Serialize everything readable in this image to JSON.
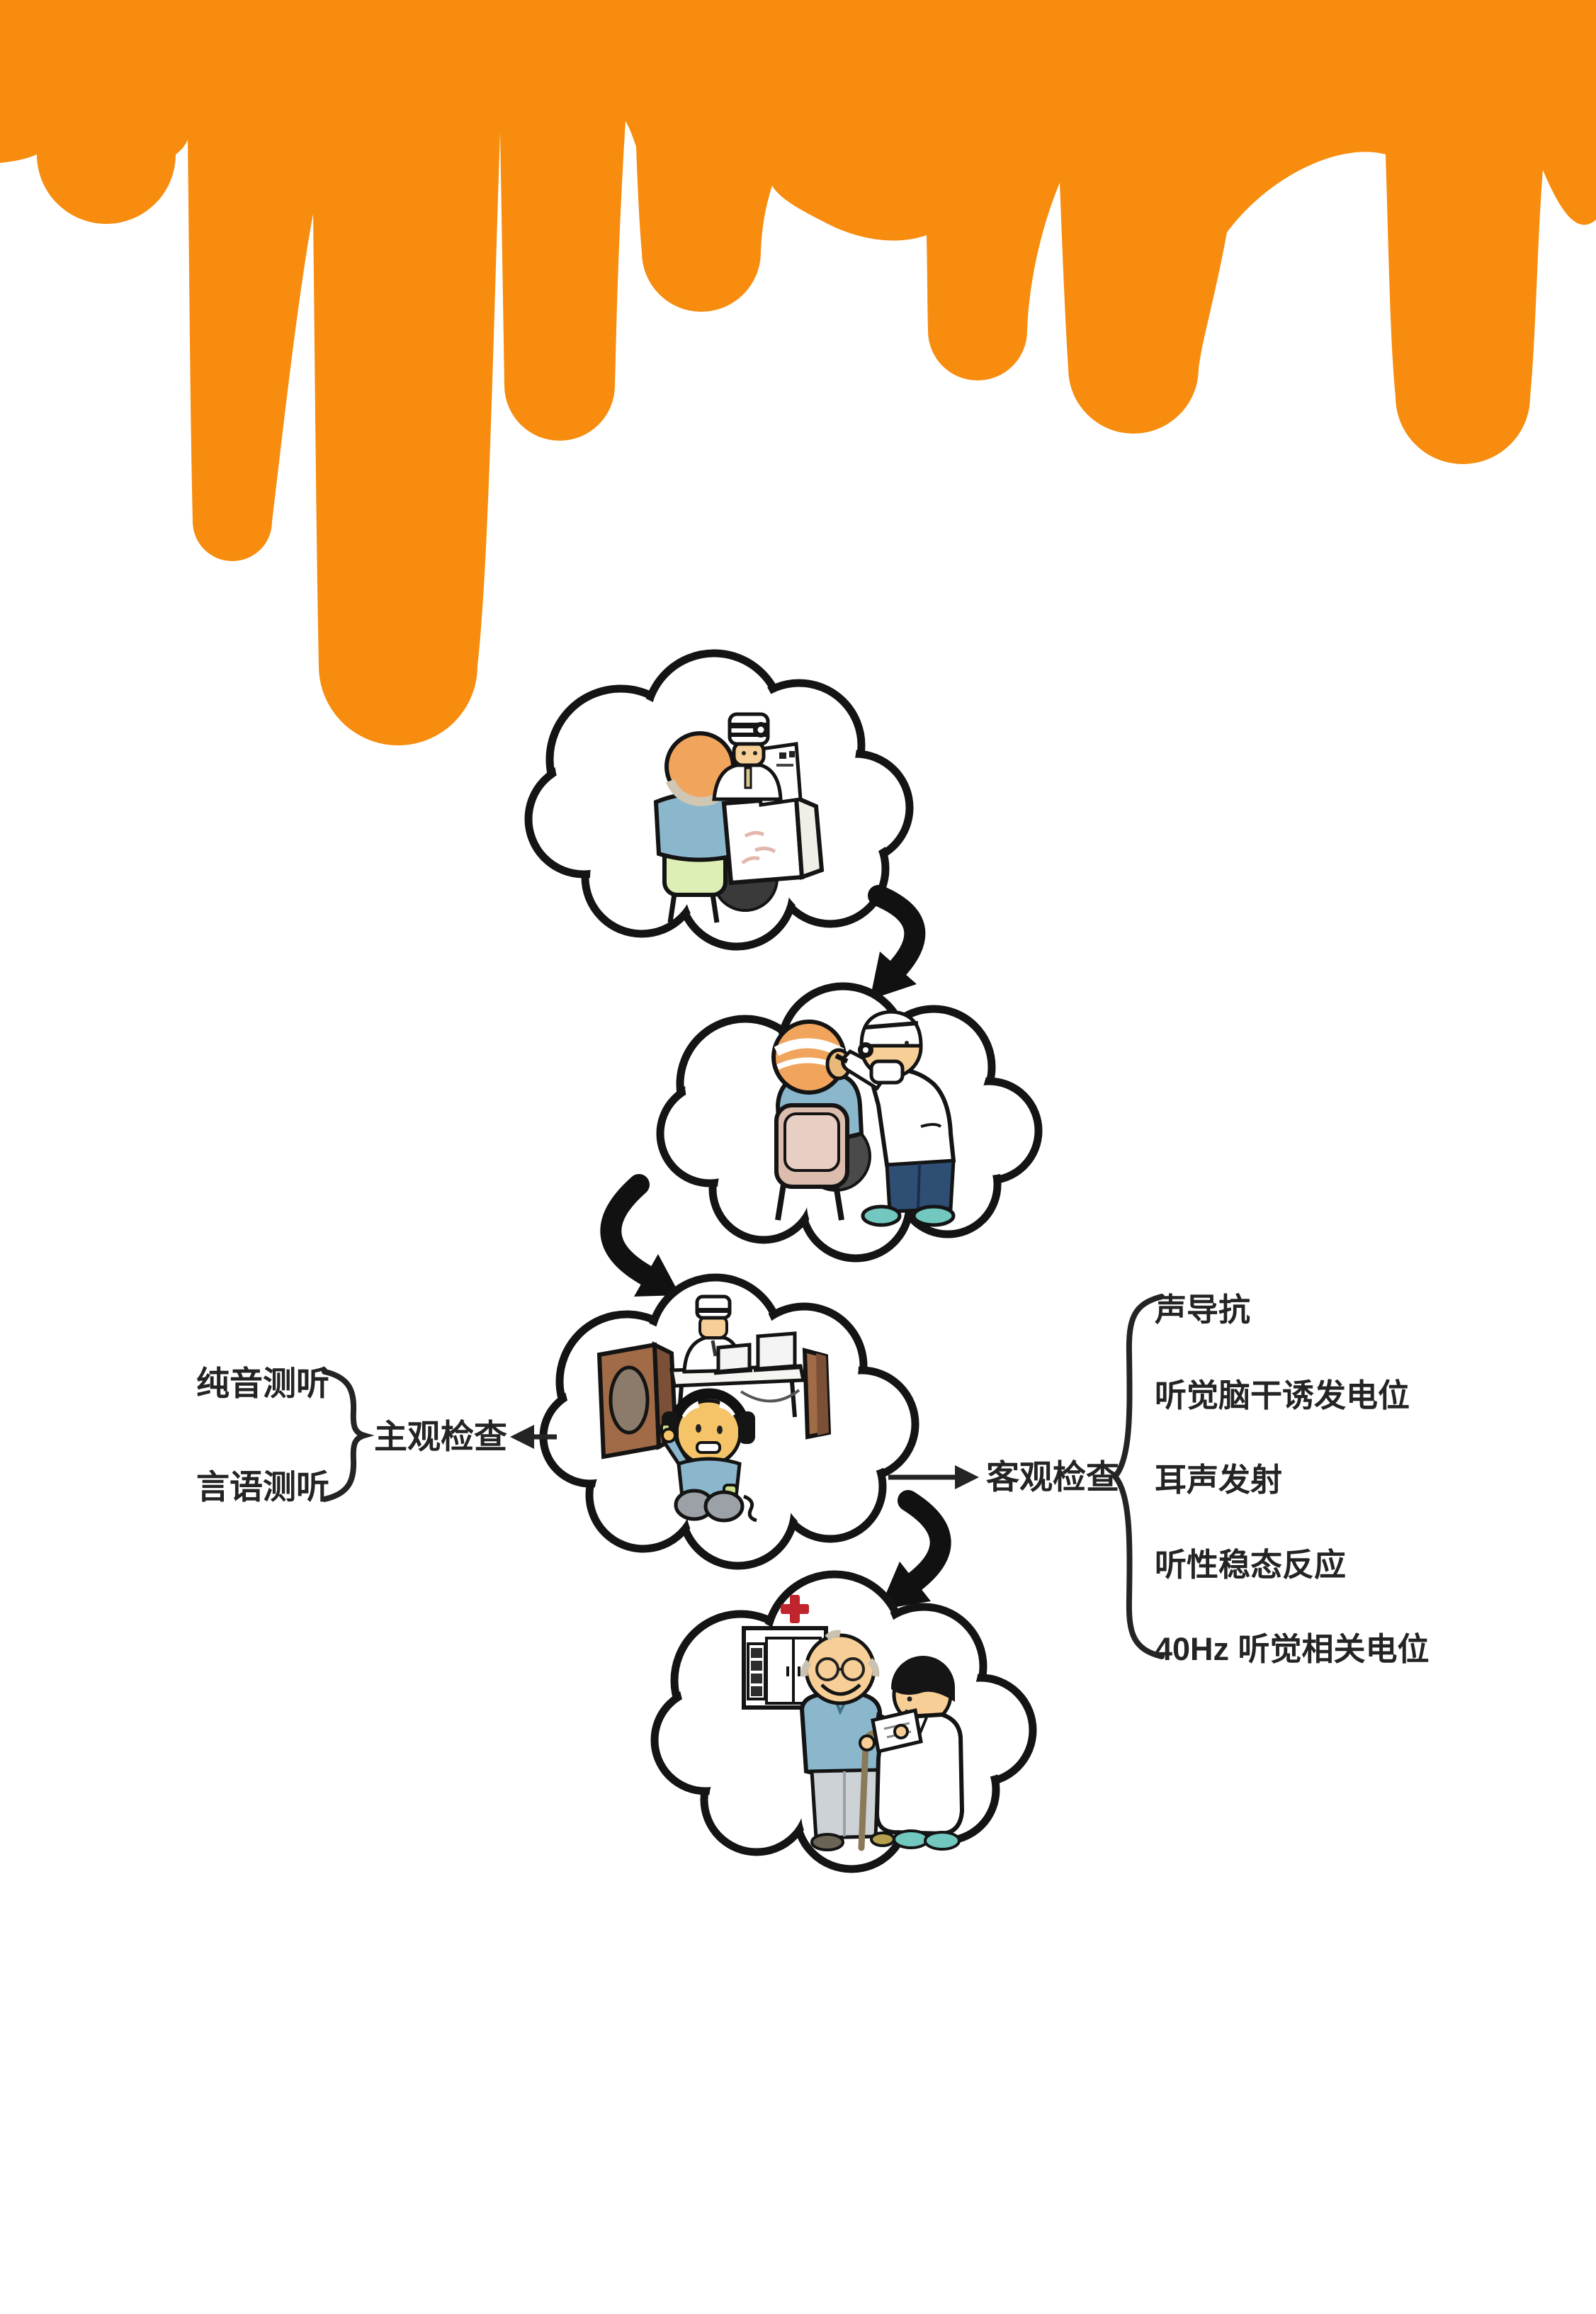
{
  "title": "hearing-exam-flow-diagram",
  "colors": {
    "background": "#ffffff",
    "drip_orange": "#F78C0E",
    "outline": "#141414",
    "text": "#242424",
    "cross_red": "#C0242C",
    "shirt_blue": "#8BB7CD",
    "chair_green": "#DDEFB4",
    "chair_tan": "#DCBCAC",
    "speaker_brown": "#A06B46",
    "speaker_brown_dark": "#7C5036",
    "pants_navy": "#2F4E74",
    "shoe_teal": "#72C8BE",
    "skin": "#F7CE96",
    "head_orange": "#F0A45C",
    "face_yellow": "#F5C468",
    "pants_gray": "#9BA1A7",
    "trousers_silver": "#CDD2D6"
  },
  "flow": {
    "scenes": [
      {
        "name": "consultation-scene"
      },
      {
        "name": "ear-examination-scene"
      },
      {
        "name": "hearing-test-scene"
      },
      {
        "name": "result-explanation-scene"
      }
    ],
    "subjective": {
      "label": "主观检查",
      "items": [
        "纯音测听",
        "言语测听"
      ]
    },
    "objective": {
      "label": "客观检查",
      "items": [
        "声导抗",
        "听觉脑干诱发电位",
        "耳声发射",
        "听性稳态反应",
        "40Hz 听觉相关电位"
      ]
    }
  }
}
